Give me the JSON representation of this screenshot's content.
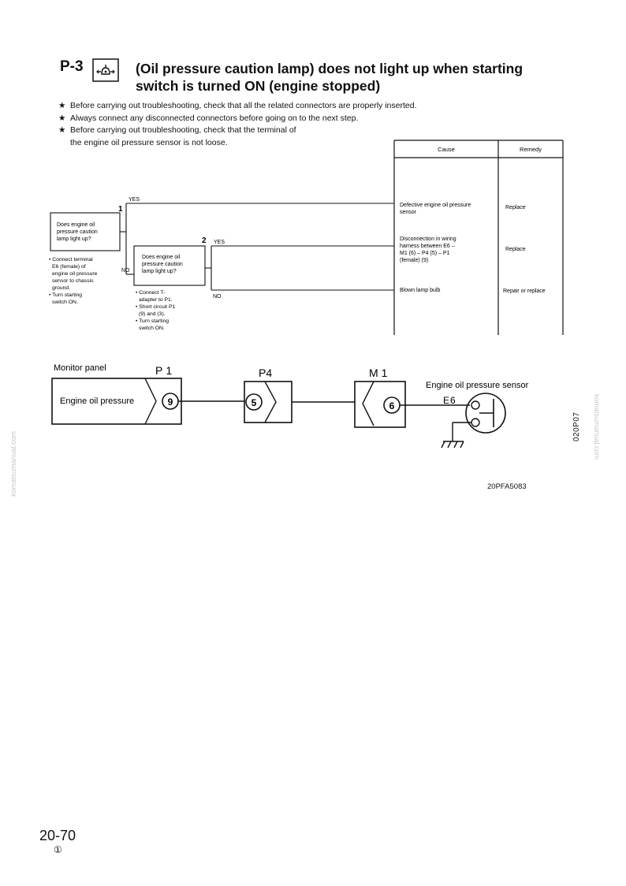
{
  "header": {
    "code": "P-3",
    "icon": "oil-pressure-lamp-icon",
    "title_line1": "(Oil pressure caution lamp) does not light up when starting",
    "title_line2": "switch is turned ON (engine stopped)"
  },
  "notes": [
    "Before carrying out troubleshooting, check that all the related connectors are properly inserted.",
    "Always connect any disconnected connectors before going on to the next step.",
    "Before carrying out troubleshooting, check that the terminal of",
    "the engine oil pressure sensor is not loose."
  ],
  "table": {
    "headers": {
      "cause": "Cause",
      "remedy": "Remedy"
    },
    "rows": [
      {
        "cause": [
          "Defective engine oil pressure",
          "sensor"
        ],
        "remedy": "Replace"
      },
      {
        "cause": [
          "Disconnection in wiring",
          "harness between E6 –",
          "M1 (6) – P4 (5) – P1",
          "(female) (9)"
        ],
        "remedy": "Replace"
      },
      {
        "cause": [
          "Blown lamp bulb"
        ],
        "remedy": "Repair or replace"
      }
    ]
  },
  "flow": {
    "yes": "YES",
    "no": "NO",
    "step1": {
      "number": "1",
      "question": [
        "Does engine oil",
        "pressure caution",
        "lamp light up?"
      ],
      "notes": [
        "• Connect terminal",
        "E6 (female) of",
        "engine oil pressure",
        "sensor to chassis",
        "ground.",
        "• Turn starting",
        "switch ON."
      ]
    },
    "step2": {
      "number": "2",
      "question": [
        "Does engine oil",
        "pressure caution",
        "lamp light up?"
      ],
      "notes": [
        "• Connect T-",
        "adapter to P1.",
        "• Short circuit P1",
        "(9) and (3).",
        "• Turn starting",
        "switch ON."
      ]
    }
  },
  "wiring": {
    "monitor_label": "Monitor panel",
    "monitor_item": "Engine oil pressure",
    "conn_p1": "P1",
    "pin_p1": "9",
    "conn_p4": "P4",
    "pin_p4": "5",
    "conn_m1": "M1",
    "pin_m1": "6",
    "sensor_label": "Engine oil pressure sensor",
    "conn_e6": "E6",
    "figure_code": "20PFA5083"
  },
  "side_code": "020P07",
  "watermark": "komatsumanual.com",
  "page": {
    "number": "20-70",
    "revision": "①"
  }
}
